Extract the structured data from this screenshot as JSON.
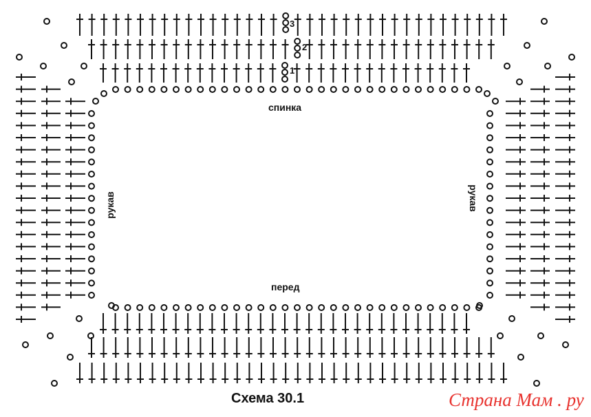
{
  "labels": {
    "back": "спинка",
    "front": "перед",
    "sleeve_left": "рукав",
    "sleeve_right": "рукав"
  },
  "row_numbers": [
    "1",
    "2",
    "3"
  ],
  "caption": "Схема 30.1",
  "watermark": "Страна Мам . ру",
  "colors": {
    "ink": "#111111",
    "watermark": "#e8322e"
  }
}
